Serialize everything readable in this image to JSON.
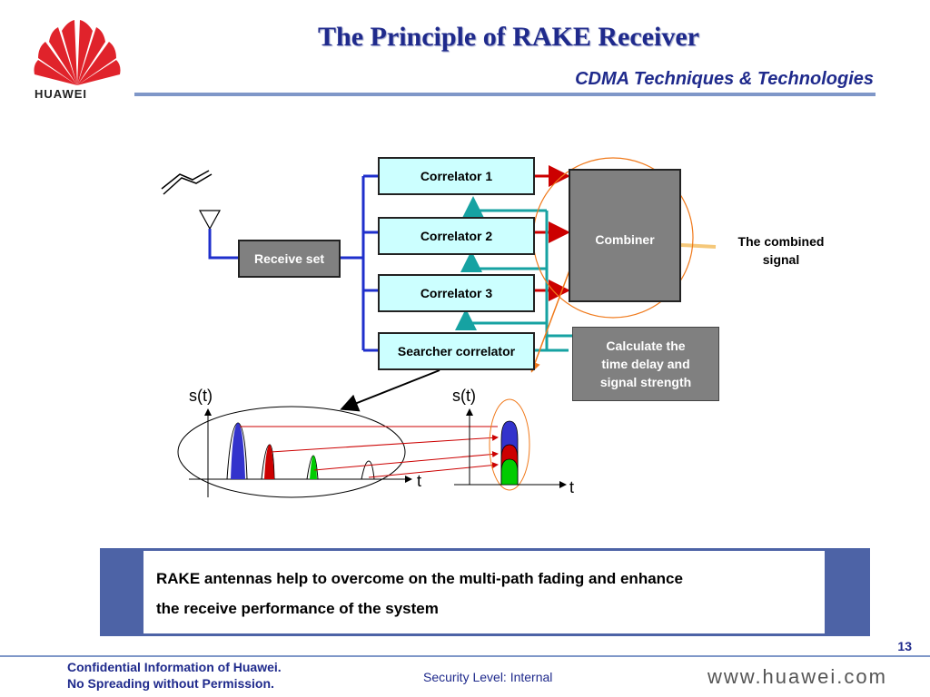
{
  "header": {
    "title": "The Principle of RAKE Receiver",
    "subtitle": "CDMA Techniques & Technologies",
    "logo_text": "HUAWEI"
  },
  "diagram": {
    "receive_set": "Receive set",
    "correlators": [
      "Correlator 1",
      "Correlator 2",
      "Correlator 3"
    ],
    "searcher": "Searcher correlator",
    "combiner": "Combiner",
    "calc": [
      "Calculate the",
      "time delay and",
      "signal strength"
    ],
    "combined_signal": [
      "The combined",
      "signal"
    ],
    "plot_left": {
      "y_label": "s(t)",
      "x_label": "t"
    },
    "plot_right": {
      "y_label": "s(t)",
      "x_label": "t"
    },
    "colors": {
      "corr_fill": "#ccffff",
      "block_gray": "#808080",
      "bus_blue": "#1f2fcc",
      "feedback_teal": "#16a2a2",
      "output_red": "#cc0000",
      "path_orange": "#f07a1c"
    }
  },
  "note": {
    "line1": "RAKE antennas help to overcome on the multi-path fading and enhance",
    "line2": "the receive performance of the system"
  },
  "footer": {
    "page_number": "13",
    "confidential_1": "Confidential Information of Huawei.",
    "confidential_2": "No Spreading without Permission.",
    "security": "Security Level: Internal",
    "website": "www.huawei.com"
  }
}
